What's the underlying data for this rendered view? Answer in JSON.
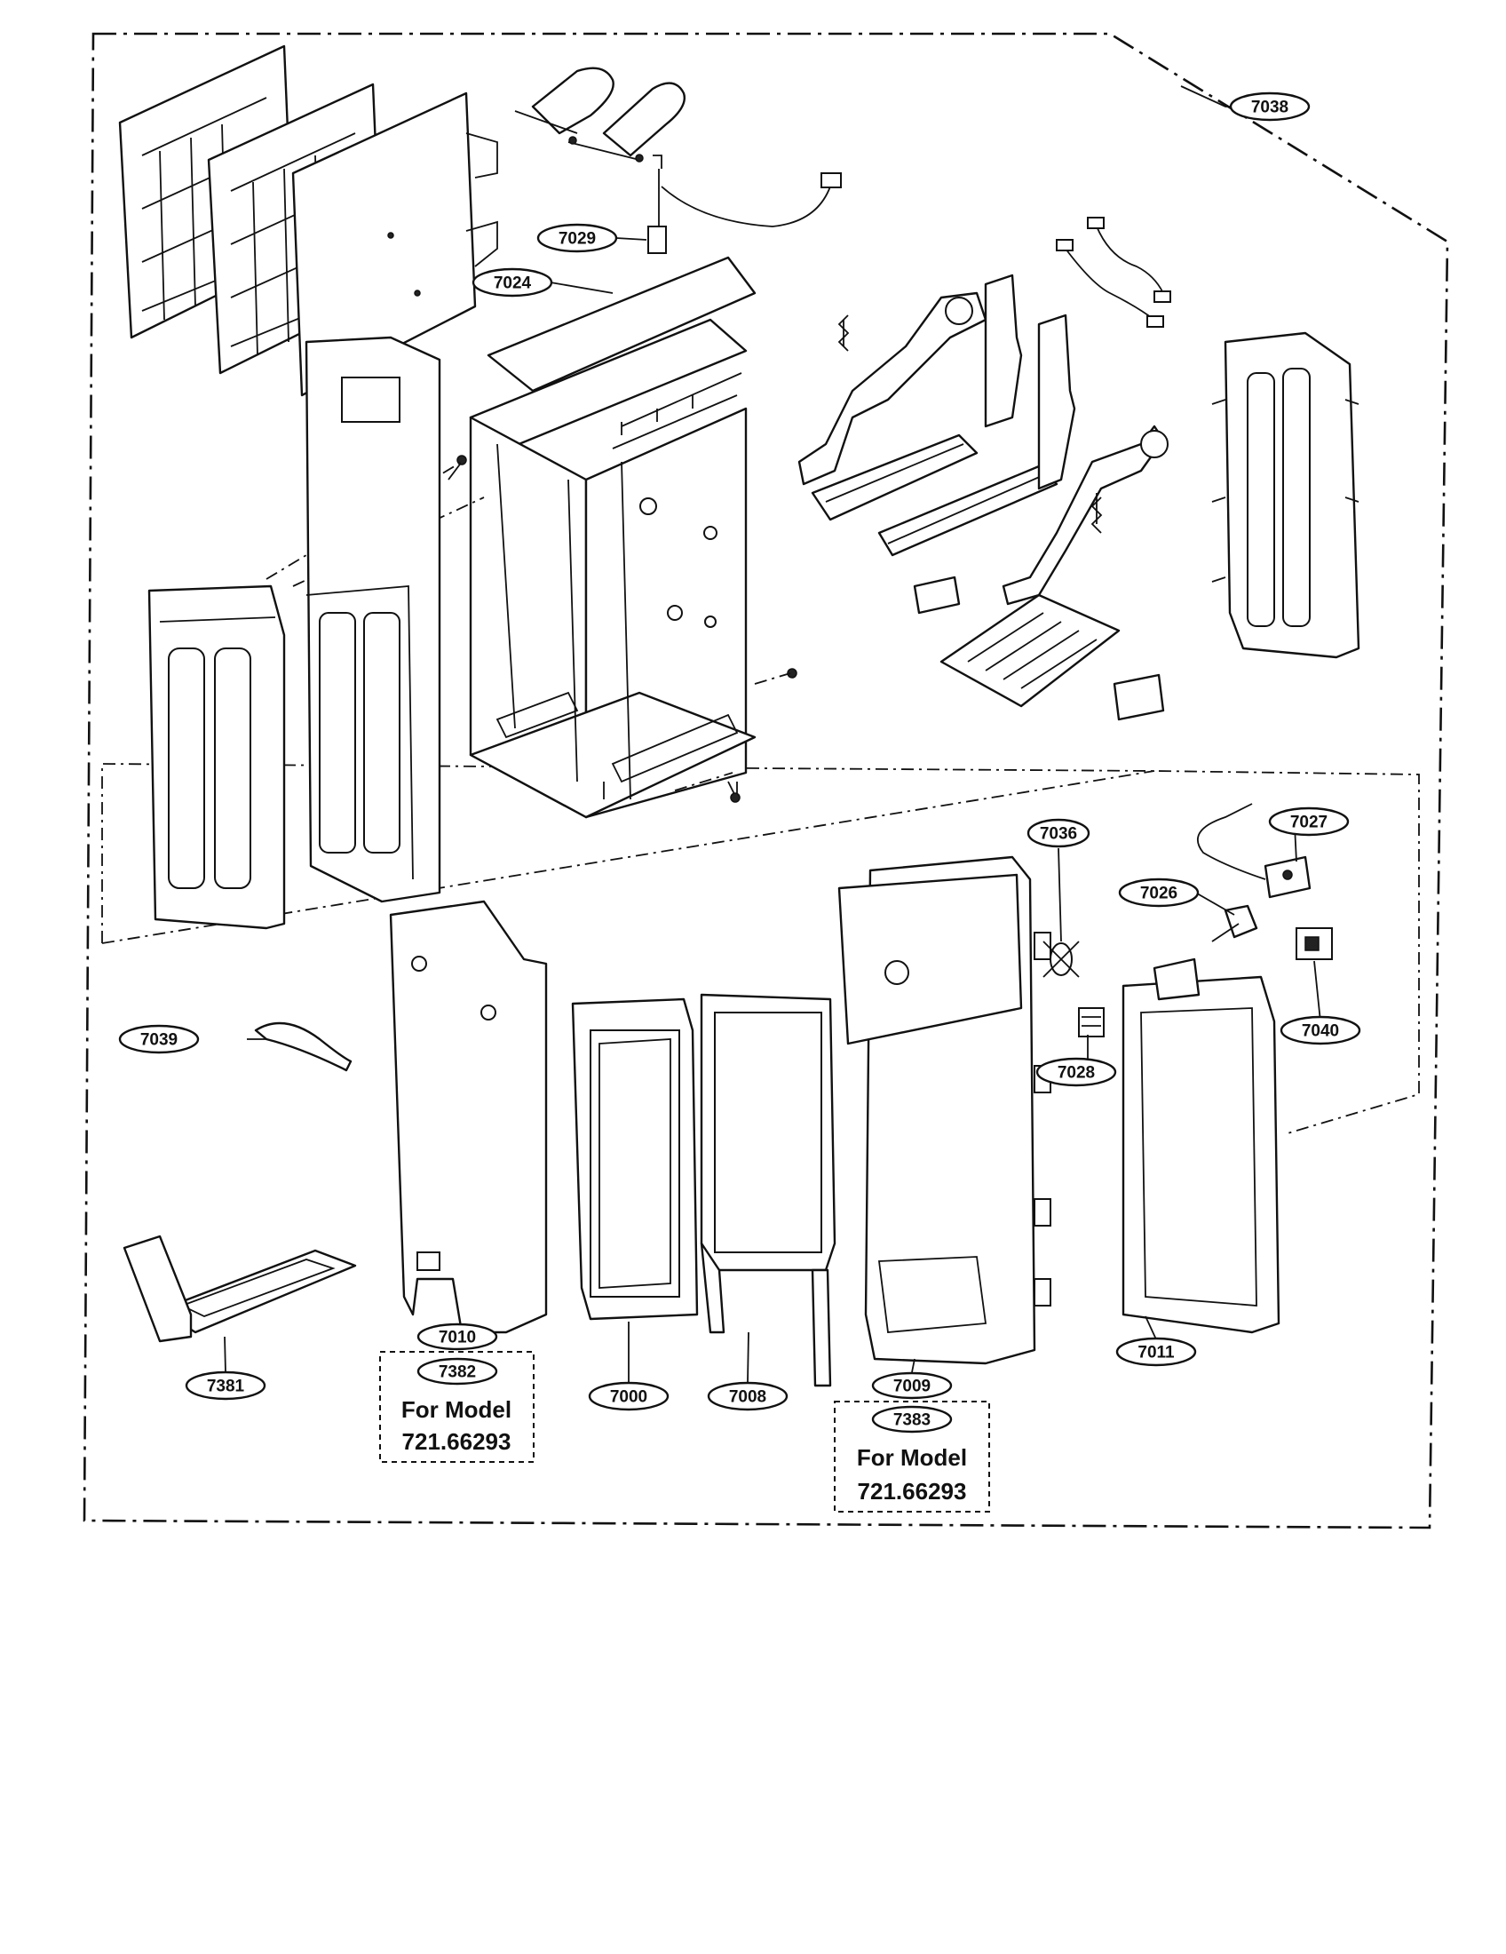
{
  "callouts": {
    "c7038": "7038",
    "c7029": "7029",
    "c7024": "7024",
    "c7036": "7036",
    "c7027": "7027",
    "c7026": "7026",
    "c7028": "7028",
    "c7040": "7040",
    "c7039": "7039",
    "c7010": "7010",
    "c7382": "7382",
    "c7381": "7381",
    "c7000": "7000",
    "c7008": "7008",
    "c7009": "7009",
    "c7383": "7383",
    "c7011": "7011"
  },
  "notes": {
    "left": {
      "line1": "For Model",
      "line2": "721.66293"
    },
    "right": {
      "line1": "For Model",
      "line2": "721.66293"
    }
  }
}
